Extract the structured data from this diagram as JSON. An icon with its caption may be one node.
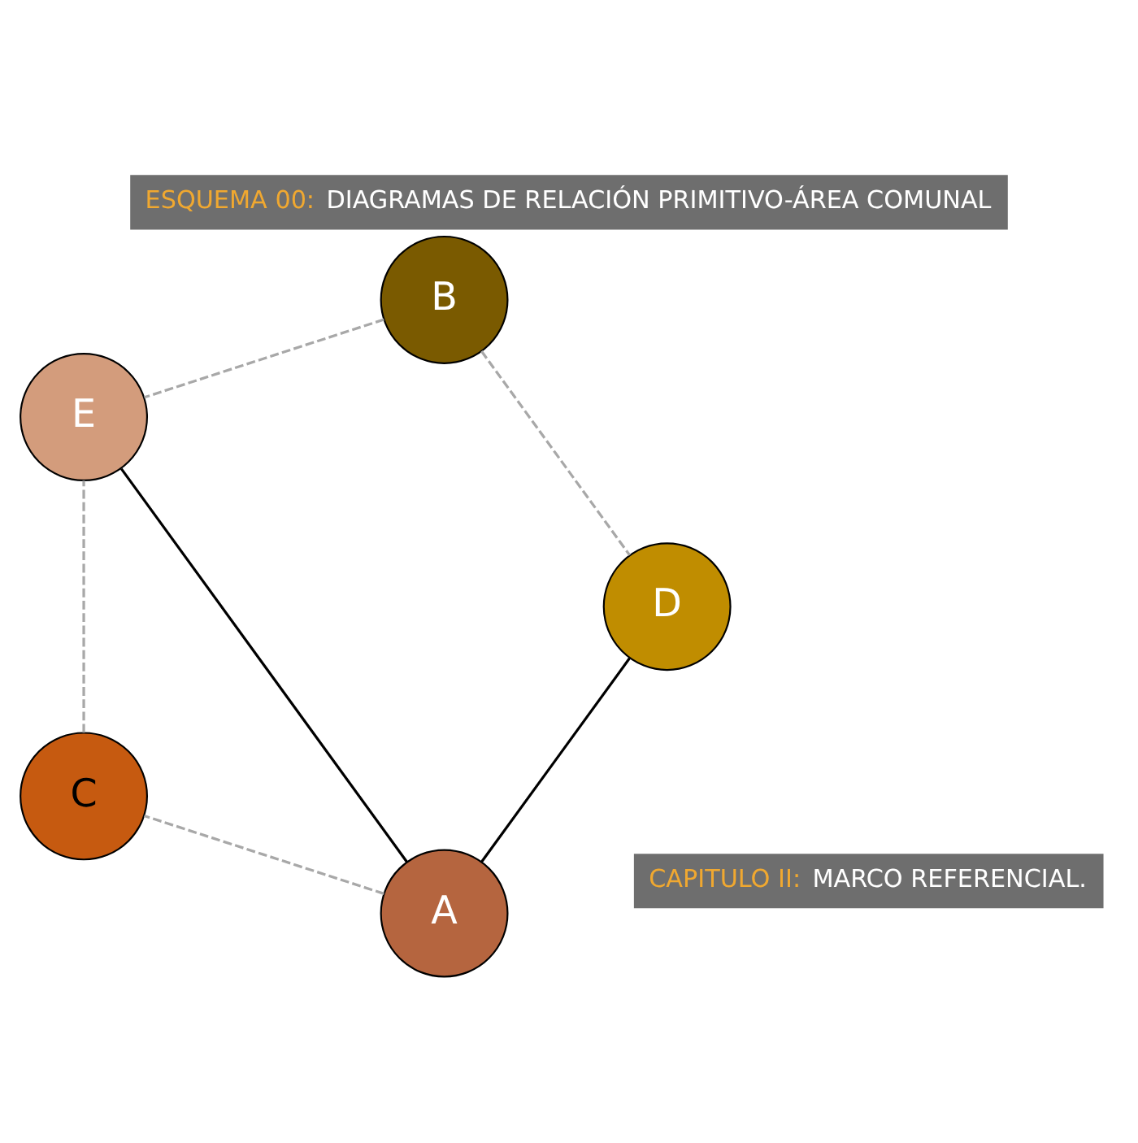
{
  "diagram": {
    "title": "ESQUEMA 00: DIAGRAMAS DE RELACIÓN PRIMITIVO-ÁREA COMUNAL",
    "caption": "CAPITULO II: MARCO REFERENCIAL.",
    "nodes": [
      {
        "text": [
          "A"
        ]
      },
      {
        "text": [
          "B"
        ]
      },
      {
        "text": [
          "E"
        ]
      },
      {
        "text": [
          "C"
        ]
      },
      {
        "text": [
          "D"
        ]
      }
    ],
    "edges": [
      {
        "from": 0,
        "to": 2,
        "arrow": "none",
        "color": "#000000"
      },
      {
        "from": 0,
        "to": 4,
        "arrow": "none",
        "color": "#000000"
      },
      {
        "from": 0,
        "to": 3,
        "arrow": "none",
        "style": "dashed"
      },
      {
        "from": 1,
        "to": 2,
        "arrow": "none",
        "style": "dashed"
      },
      {
        "from": 1,
        "to": 4,
        "arrow": "none",
        "style": "dashed"
      },
      {
        "from": 3,
        "to": 2,
        "arrow": "none",
        "style": "dashed"
      }
    ]
  }
}
